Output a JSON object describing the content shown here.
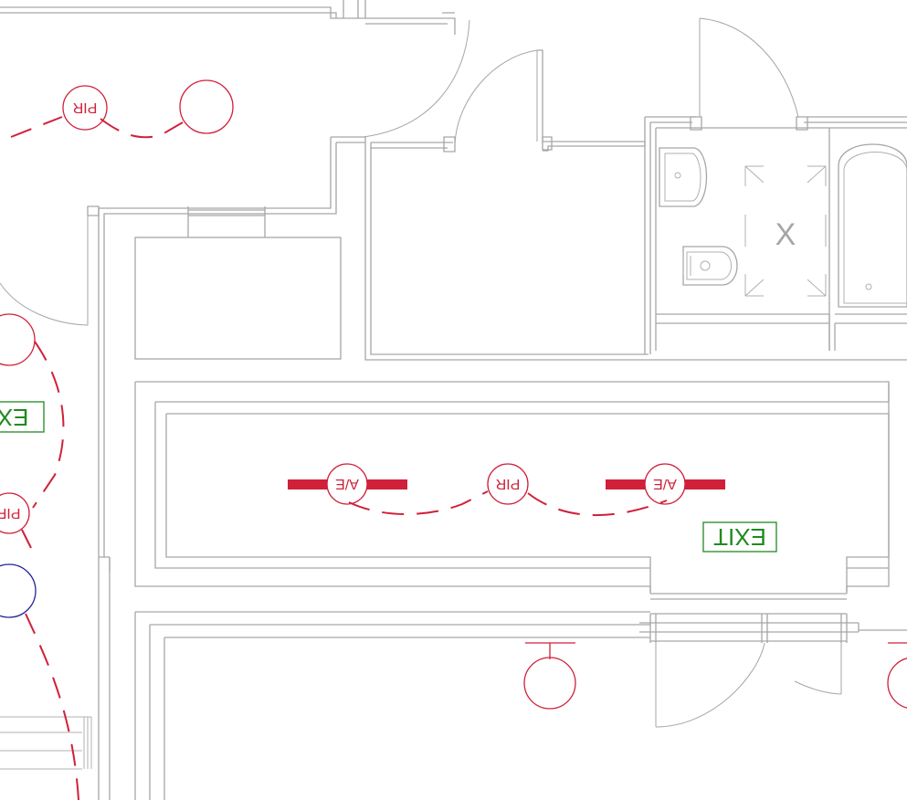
{
  "drawing": {
    "labels": {
      "pir": "PIR",
      "ae": "A/E",
      "exit_full": "EXIT",
      "exit_partial": "EX",
      "pir_partial": "PIF",
      "fan_symbol": "X"
    },
    "colors": {
      "walls": "#a6a6a6",
      "lighting": "#d0203a",
      "exit_sign": "#1f8a1f",
      "detector": "#23239a",
      "background": "#ffffff"
    },
    "orientation": "rotated 180 degrees"
  }
}
